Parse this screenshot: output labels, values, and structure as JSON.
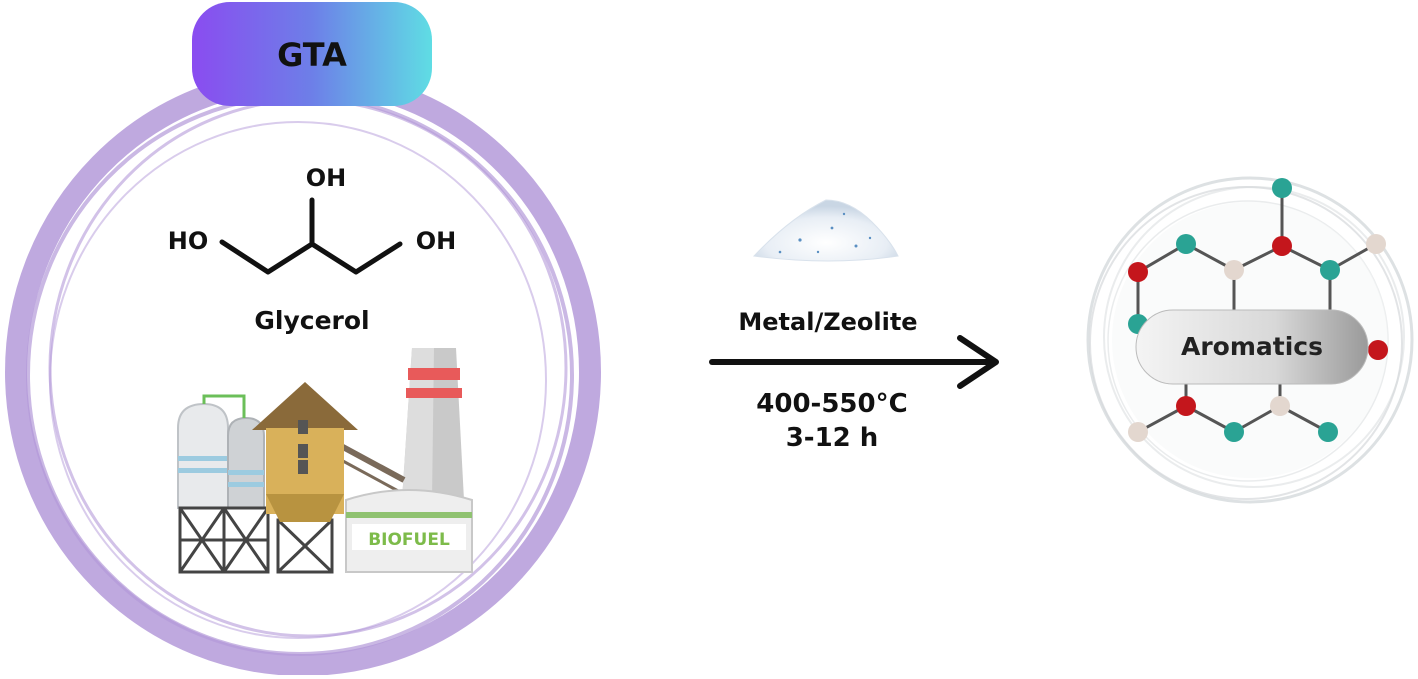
{
  "badge": {
    "label": "GTA"
  },
  "molecule": {
    "name": "Glycerol",
    "groups": {
      "top": "OH",
      "left": "HO",
      "right": "OH"
    }
  },
  "plant": {
    "sign": "BIOFUEL"
  },
  "reaction": {
    "catalyst": "Metal/Zeolite",
    "temperature": "400-550°C",
    "time": "3-12 h"
  },
  "product": {
    "label": "Aromatics"
  },
  "colors": {
    "ring": "#b49ad9",
    "badge_start": "#8a4cf0",
    "badge_end": "#5fdde4",
    "atom_red": "#c4161c",
    "atom_teal": "#2aa394",
    "atom_beige": "#e3d7cf",
    "biofuel_green": "#7dbb4a"
  }
}
